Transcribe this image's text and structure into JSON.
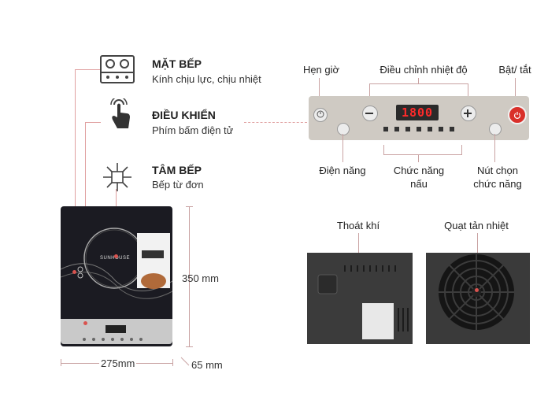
{
  "features": [
    {
      "icon": "cooktop-surface-icon",
      "title": "MẶT BẾP",
      "subtitle": "Kính chịu lực, chịu nhiệt"
    },
    {
      "icon": "touch-finger-icon",
      "title": "ĐIỀU KHIỂN",
      "subtitle": "Phím bấm điện tử"
    },
    {
      "icon": "induction-coil-icon",
      "title": "TÂM BẾP",
      "subtitle": "Bếp từ đơn"
    }
  ],
  "control_labels": {
    "timer": "Hẹn giờ",
    "temperature": "Điều chỉnh nhiệt độ",
    "power": "Bật/ tắt",
    "wattage": "Điện năng",
    "cooking_function": "Chức năng nấu",
    "select_button": "Nút chọn chức năng"
  },
  "display_value": "1800",
  "brand": "SUNHOUSE",
  "dimensions": {
    "height": "350 mm",
    "width": "275mm",
    "depth": "65 mm"
  },
  "bottom_labels": {
    "vent": "Thoát khí",
    "fan": "Quạt tản nhiệt"
  },
  "colors": {
    "accent_red": "#d9534f",
    "line": "#e0a0a0"
  }
}
